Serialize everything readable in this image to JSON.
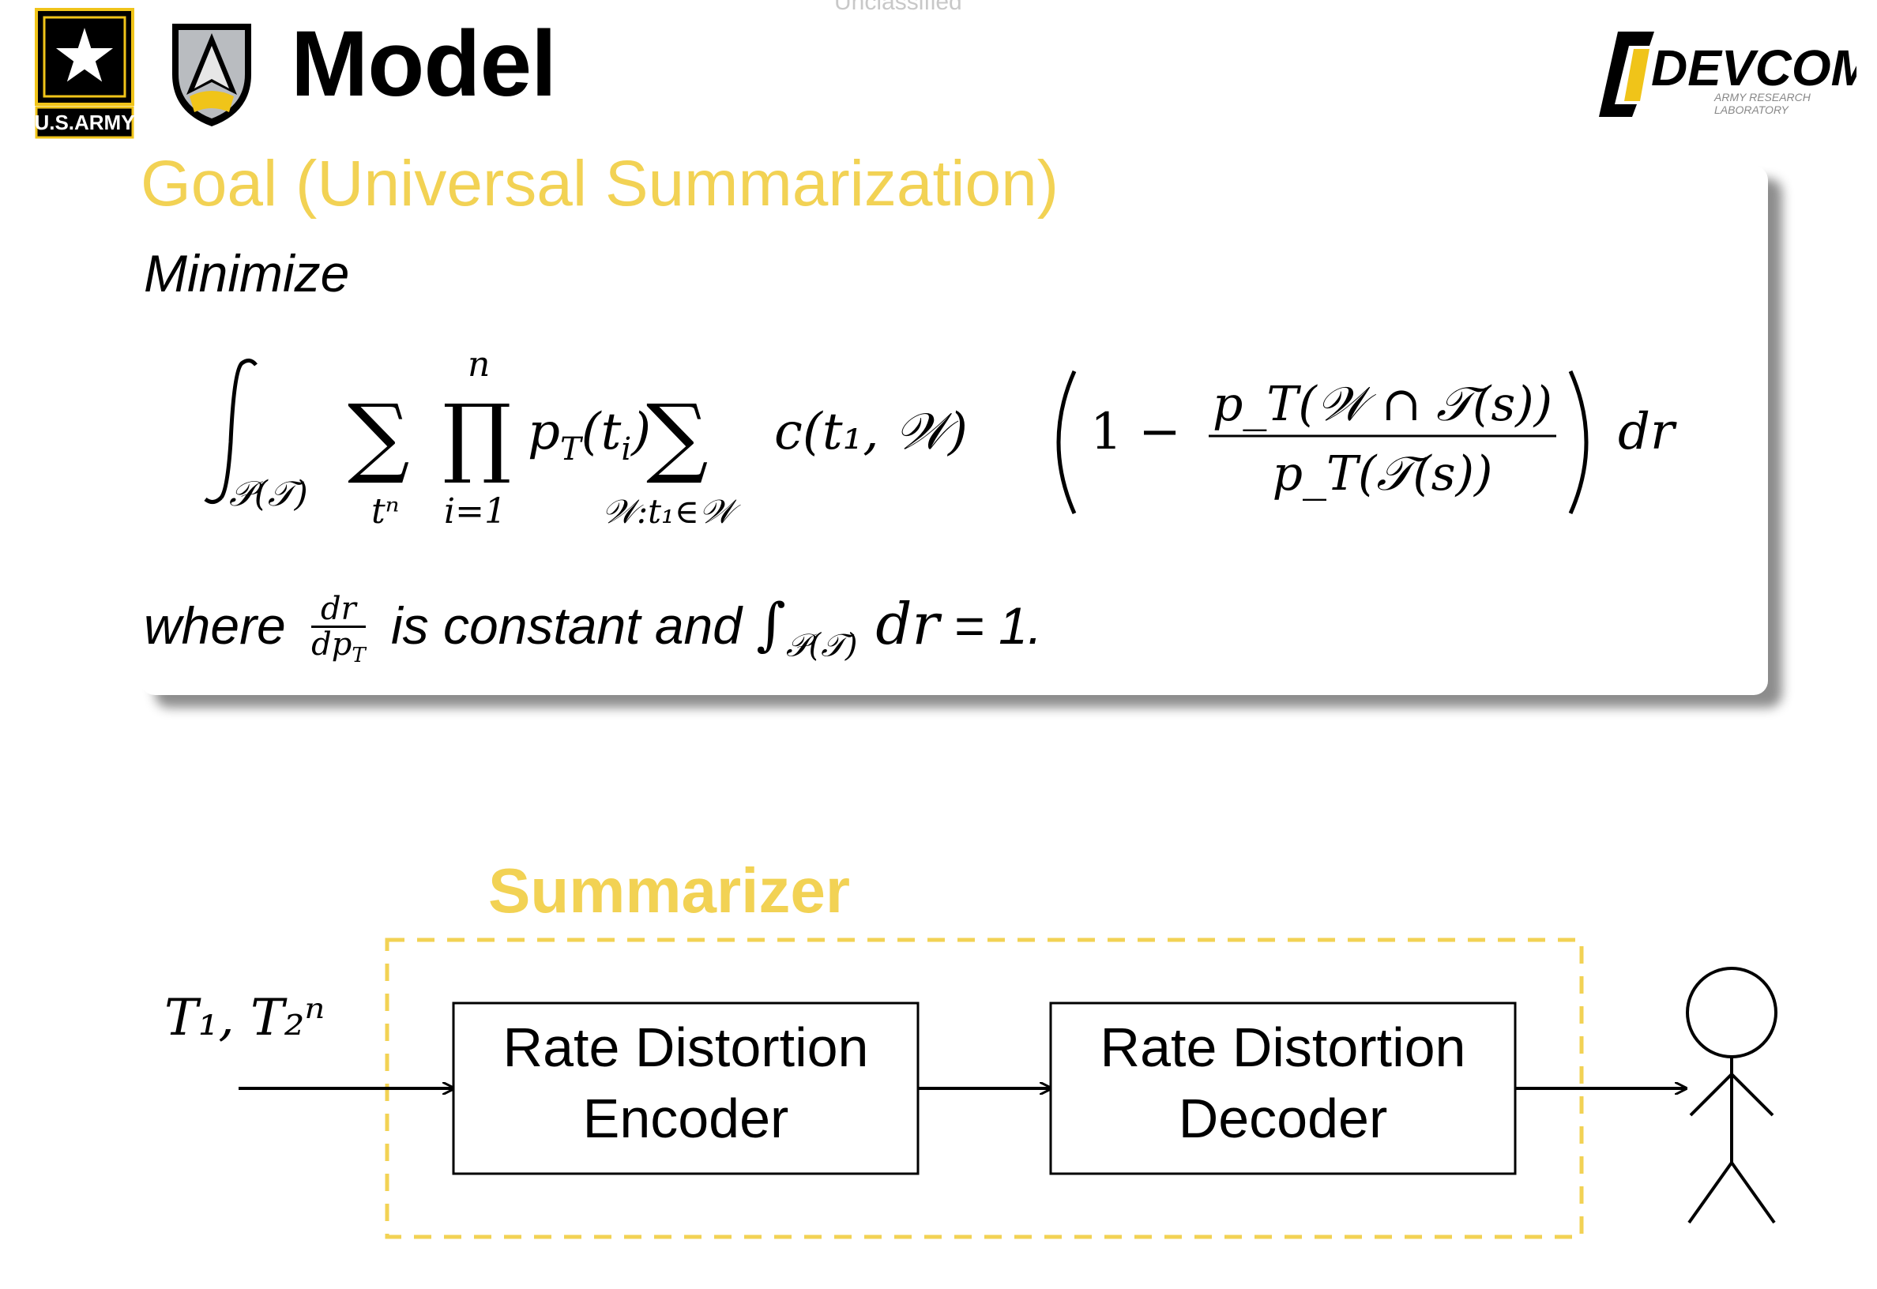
{
  "header": {
    "classification": "Unclassified",
    "title": "Model",
    "army_logo_text": "U.S.ARMY",
    "devcom_text": "DEVCOM",
    "devcom_sub1": "ARMY RESEARCH",
    "devcom_sub2": "LABORATORY"
  },
  "goal": {
    "title": "Goal (Universal Summarization)",
    "minimize_label": "Minimize",
    "where_prefix": "where",
    "where_mid": "is constant and",
    "where_suffix": "= 1."
  },
  "formula": {
    "integral_sub": "𝒫(𝒯)",
    "sum1_sub": "tⁿ",
    "prod_sup": "n",
    "prod_sub": "i=1",
    "pt_ti": "p",
    "sum2_sub": "𝒲:t₁∈𝒲",
    "cost": "c(t₁, 𝒲)",
    "numerator": "p_T(𝒲 ∩ 𝒯(s))",
    "denominator": "p_T(𝒯(s))",
    "dr": "dr"
  },
  "diagram": {
    "section_title": "Summarizer",
    "input_label": "T₁, T₂ⁿ",
    "encoder_line1": "Rate Distortion",
    "encoder_line2": "Encoder",
    "decoder_line1": "Rate Distortion",
    "decoder_line2": "Decoder"
  },
  "colors": {
    "accent_yellow": "#f2d254",
    "army_gold": "#f0c419",
    "black": "#000000"
  }
}
